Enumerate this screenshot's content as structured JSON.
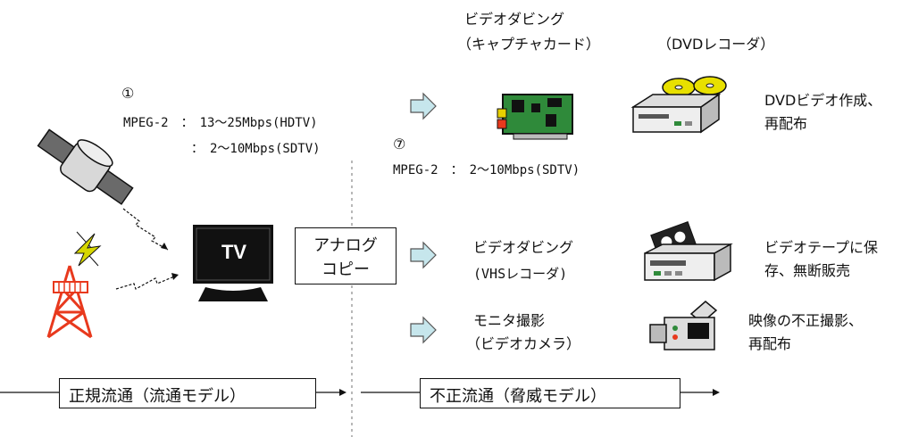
{
  "capture": {
    "title": "ビデオダビング",
    "subtitle": "（キャプチャカード）"
  },
  "dvd_recorder": {
    "label": "（DVDレコーダ）"
  },
  "dvd_outcome": {
    "line1": "DVDビデオ作成、",
    "line2": "再配布"
  },
  "legit": {
    "marker": "①",
    "mpeg_hd": "MPEG-2　：　13～25Mbps(HDTV)",
    "mpeg_sd": "：　2～10Mbps(SDTV)"
  },
  "illicit_mpeg": {
    "marker": "⑦",
    "text": "MPEG-2　：　2～10Mbps(SDTV)"
  },
  "tv": {
    "label": "TV"
  },
  "analog_copy": {
    "line1": "アナログ",
    "line2": "コピー"
  },
  "vhs": {
    "line1": "ビデオダビング",
    "line2": "(VHSレコーダ)"
  },
  "vhs_outcome": {
    "line1": "ビデオテープに保",
    "line2": "存、無断販売"
  },
  "monitor": {
    "line1": "モニタ撮影",
    "line2": "（ビデオカメラ）"
  },
  "camera_outcome": {
    "line1": "映像の不正撮影、",
    "line2": "再配布"
  },
  "flow_legit": {
    "label": "正規流通（流通モデル）"
  },
  "flow_illicit": {
    "label": "不正流通（脅威モデル）"
  },
  "colors": {
    "arrow_fill": "#c6e6ec",
    "tower": "#e8391d",
    "lightning": "#d6d600",
    "board": "#2f8a3a"
  }
}
